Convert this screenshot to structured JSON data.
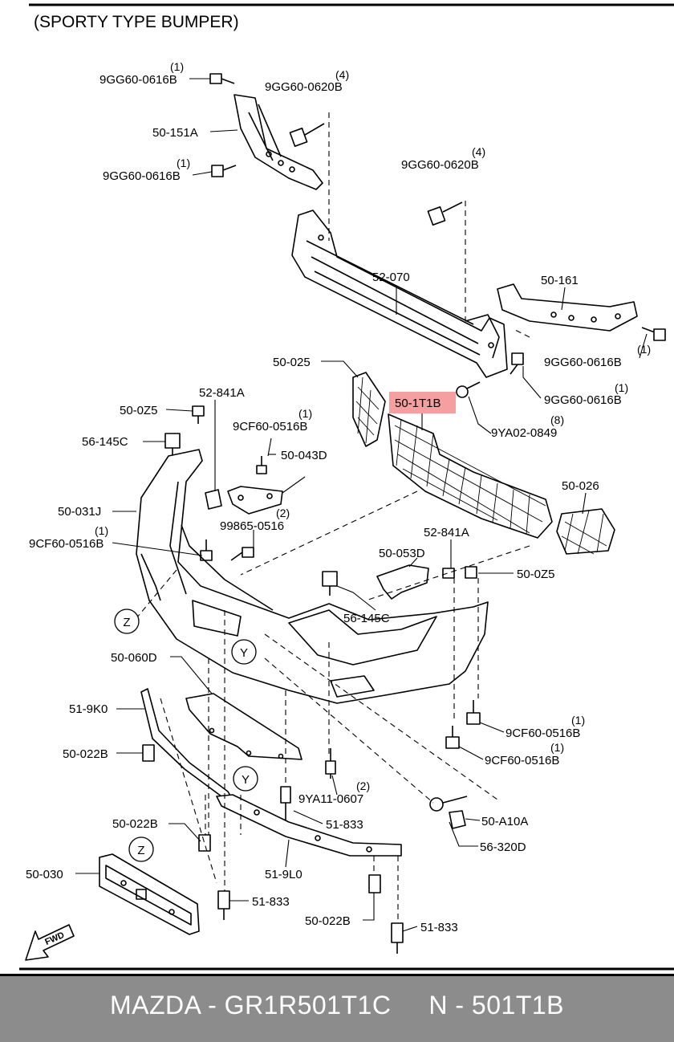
{
  "title": "(SPORTY TYPE BUMPER)",
  "labels": {
    "p1": "9GG60-0616B",
    "p1q": "(1)",
    "p2": "9GG60-0620B",
    "p2q": "(4)",
    "p3": "50-151A",
    "p4": "9GG60-0616B",
    "p4q": "(1)",
    "p5": "9GG60-0620B",
    "p5q": "(4)",
    "p6": "52-070",
    "p7": "50-161",
    "p8": "9GG60-0616B",
    "p8q": "(1)",
    "p9": "9GG60-0616B",
    "p9q": "(1)",
    "p10": "50-025",
    "p11": "50-1T1B",
    "p12": "9YA02-0849",
    "p12q": "(8)",
    "p13": "50-0Z5",
    "p14": "52-841A",
    "p15": "9CF60-0516B",
    "p15q": "(1)",
    "p16": "56-145C",
    "p17": "50-043D",
    "p18": "50-031J",
    "p19": "99865-0516",
    "p19q": "(2)",
    "p20": "9CF60-0516B",
    "p20q": "(1)",
    "p21": "50-026",
    "p22": "52-841A",
    "p23": "50-053D",
    "p24": "50-0Z5",
    "p25": "56-145C",
    "p26": "50-060D",
    "p27": "51-9K0",
    "p28": "9CF60-0516B",
    "p28q": "(1)",
    "p29": "50-022B",
    "p30": "9CF60-0516B",
    "p30q": "(1)",
    "p31": "9YA11-0607",
    "p31q": "(2)",
    "p32": "51-833",
    "p33": "50-A10A",
    "p34": "50-022B",
    "p35": "56-320D",
    "p36": "50-030",
    "p37": "51-9L0",
    "p38": "51-833",
    "p39": "50-022B",
    "p40": "51-833"
  },
  "callouts": {
    "z": "Z",
    "y": "Y"
  },
  "fwd": "FWD",
  "highlight_color": "#f4a0a0",
  "footer": {
    "text": "MAZDA - GR1R501T1C     N - 501T1B"
  }
}
